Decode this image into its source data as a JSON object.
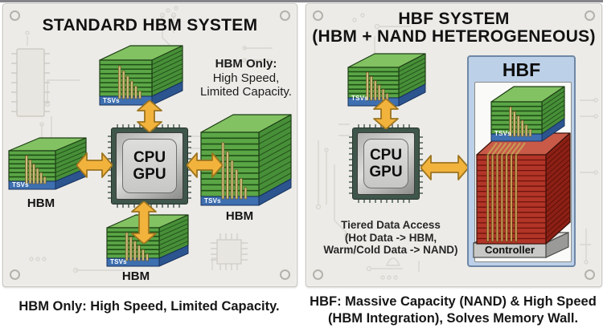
{
  "left_panel": {
    "title": "STANDARD HBM SYSTEM",
    "note": {
      "line1": "HBM Only:",
      "line2": "High Speed,",
      "line3": "Limited Capacity."
    },
    "chip": {
      "line1": "CPU",
      "line2": "GPU"
    },
    "caption": "HBM Only: High Speed, Limited Capacity."
  },
  "right_panel": {
    "title_line1": "HBF SYSTEM",
    "title_line2": "(HBM + NAND HETEROGENEOUS)",
    "chip": {
      "line1": "CPU",
      "line2": "GPU"
    },
    "hbf_label": "HBF",
    "controller_label": "Controller",
    "tiered": {
      "line1": "Tiered Data Access",
      "line2": "(Hot Data -> HBM,",
      "line3": "Warm/Cold Data -> NAND)"
    },
    "caption_line1": "HBF: Massive Capacity (NAND) & High Speed",
    "caption_line2_prefix": "(HBM Integration), ",
    "caption_line2_bold": "Solves Memory Wall."
  },
  "labels": {
    "hbm": "HBM",
    "tsvs": "TSVs"
  },
  "colors": {
    "hbm_green": "#5ba646",
    "nand_red": "#b23528",
    "tsv_base_blue": "#3e6fb0",
    "arrow_yellow": "#f2b33d",
    "hbf_panel_blue": "#bcd0e8",
    "pcb_background": "#ecebe7"
  }
}
